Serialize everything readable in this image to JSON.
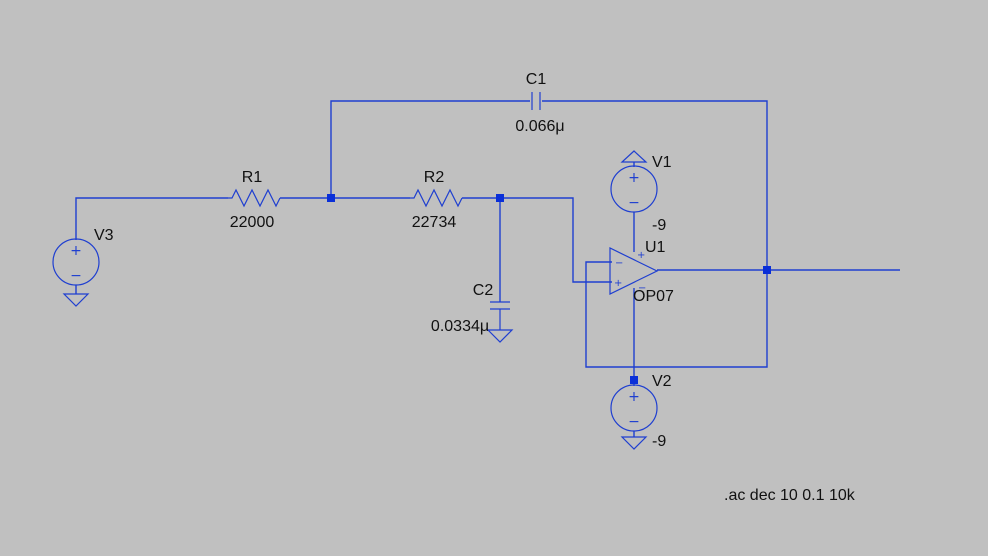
{
  "components": {
    "r1": {
      "name": "R1",
      "value": "22000"
    },
    "r2": {
      "name": "R2",
      "value": "22734"
    },
    "c1": {
      "name": "C1",
      "value": "0.066μ"
    },
    "c2": {
      "name": "C2",
      "value": "0.0334μ"
    },
    "v1": {
      "name": "V1",
      "value": "-9"
    },
    "v2": {
      "name": "V2",
      "value": "-9"
    },
    "v3": {
      "name": "V3"
    },
    "u1": {
      "name": "U1",
      "value": "OP07"
    }
  },
  "directive": ".ac dec 10 0.1 10k",
  "colors": {
    "wire": "#1f3fd0",
    "junction": "#0a2fd8",
    "background": "#c0c0c0"
  },
  "icons": [
    "ground-icon",
    "voltage-source-icon",
    "resistor-icon",
    "capacitor-icon",
    "opamp-icon",
    "supply-arrow-icon"
  ]
}
